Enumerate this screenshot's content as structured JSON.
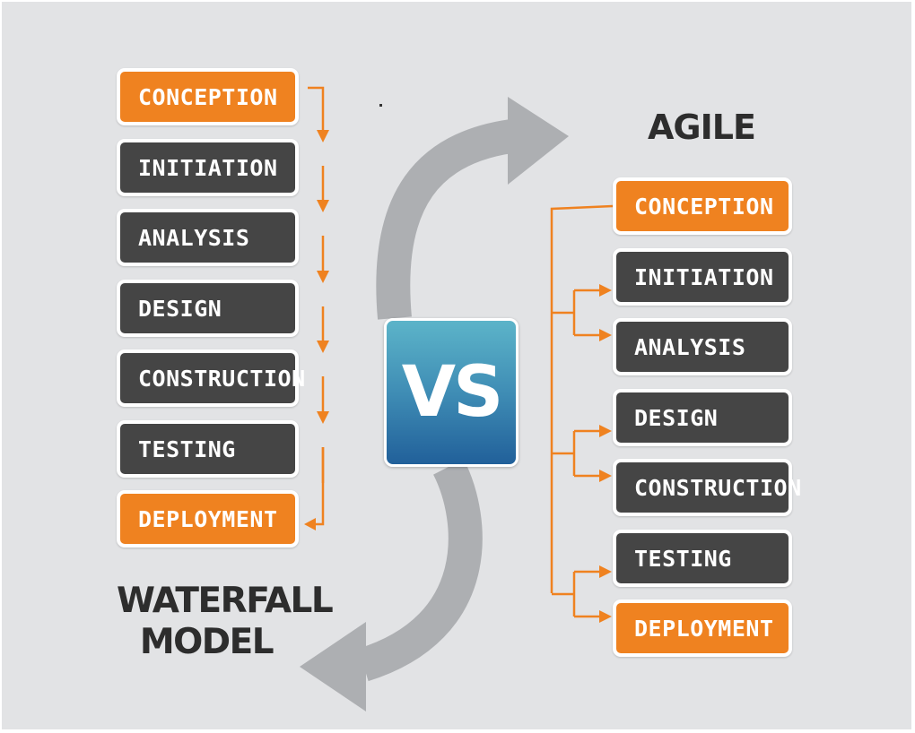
{
  "waterfall": {
    "title_line1": "WATERFALL",
    "title_line2": "MODEL",
    "steps": [
      {
        "label": "CONCEPTION",
        "color": "orange"
      },
      {
        "label": "INITIATION",
        "color": "dark"
      },
      {
        "label": "ANALYSIS",
        "color": "dark"
      },
      {
        "label": "DESIGN",
        "color": "dark"
      },
      {
        "label": "CONSTRUCTION",
        "color": "dark"
      },
      {
        "label": "TESTING",
        "color": "dark"
      },
      {
        "label": "DEPLOYMENT",
        "color": "orange"
      }
    ]
  },
  "agile": {
    "title": "AGILE",
    "steps": [
      {
        "label": "CONCEPTION",
        "color": "orange"
      },
      {
        "label": "INITIATION",
        "color": "dark"
      },
      {
        "label": "ANALYSIS",
        "color": "dark"
      },
      {
        "label": "DESIGN",
        "color": "dark"
      },
      {
        "label": "CONSTRUCTION",
        "color": "dark"
      },
      {
        "label": "TESTING",
        "color": "dark"
      },
      {
        "label": "DEPLOYMENT",
        "color": "orange"
      }
    ]
  },
  "badge": {
    "label": "VS"
  },
  "colors": {
    "orange": "#ef8220",
    "dark": "#454545",
    "background": "#e2e3e5",
    "arrow_gray": "#adafb2",
    "badge_top": "#5cb4c9",
    "badge_bottom": "#21609a"
  },
  "icons": {
    "swap_arrow": "s-curve-double-arrow-icon",
    "step_arrow": "arrow-down-icon",
    "branch_arrow": "arrow-right-icon"
  }
}
